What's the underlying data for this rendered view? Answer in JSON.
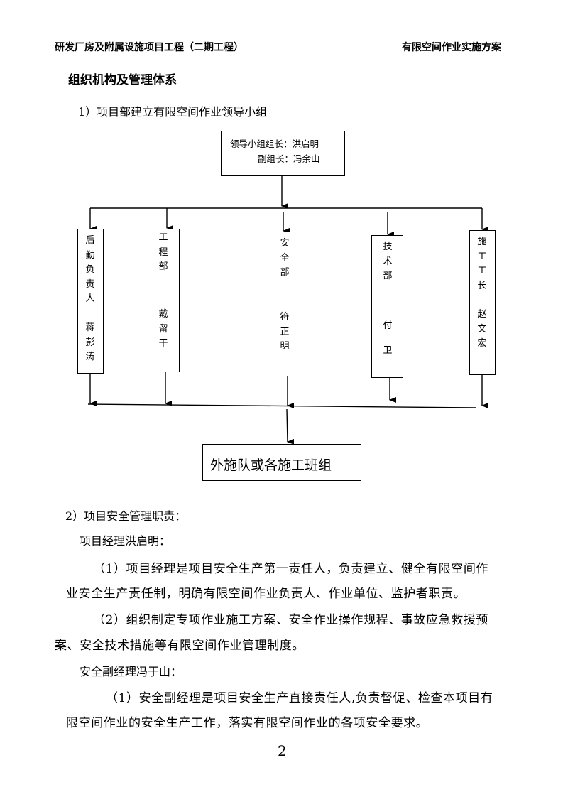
{
  "header": {
    "left": "研发厂房及附属设施项目工程（二期工程）",
    "right": "有限空间作业实施方案"
  },
  "section_title": "组织机构及管理体系",
  "sub1": "1）项目部建立有限空间作业领导小组",
  "org": {
    "leader_line1": "领导小组组长：洪启明",
    "leader_line2": "副组长：冯余山",
    "depts": [
      {
        "title": "后勤负责人",
        "person": "蒋彭涛"
      },
      {
        "title": "工程部",
        "person": "戴留干"
      },
      {
        "title": "安全部",
        "person": "符正明"
      },
      {
        "title": "技术部",
        "person": "付卫"
      },
      {
        "title": "施工工长",
        "person": "赵文宏"
      }
    ],
    "bottom": "外施队或各施工班组"
  },
  "sub2": "2）项目安全管理职责：",
  "pm_label": "项目经理洪启明：",
  "pm_items": [
    {
      "line1": "（1）项目经理是项目安全生产第一责任人，负责建立、健全有限空间作",
      "line2": "业安全生产责任制，明确有限空间作业负责人、作业单位、监护者职责。"
    },
    {
      "line1": "（2）组织制定专项作业施工方案、安全作业操作规程、事故应急救援预",
      "line2": "案、安全技术措施等有限空间作业管理制度。"
    }
  ],
  "deputy_label": "安全副经理冯于山：",
  "deputy_items": [
    {
      "line1": "（1）安全副经理是项目安全生产直接责任人,负责督促、检查本项目有",
      "line2": "限空间作业的安全生产工作，落实有限空间作业的各项安全要求。"
    }
  ],
  "page_number": "2"
}
